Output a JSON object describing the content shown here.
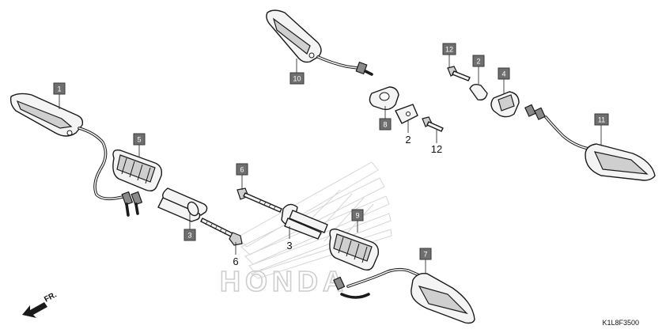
{
  "watermark": {
    "brand": "HONDA"
  },
  "diagram_code": "K1L8F3500",
  "front_marker": {
    "label": "FR.",
    "icon": "front-arrow-icon"
  },
  "callouts": {
    "c1": "1",
    "c2": "2",
    "c3": "3",
    "c4": "4",
    "c5": "5",
    "c6": "6",
    "c7": "7",
    "c8": "8",
    "c9": "9",
    "c10": "10",
    "c11": "11",
    "c12": "12"
  },
  "plain_labels": {
    "n2": "2",
    "n3": "3",
    "n6": "6",
    "n12": "12"
  }
}
